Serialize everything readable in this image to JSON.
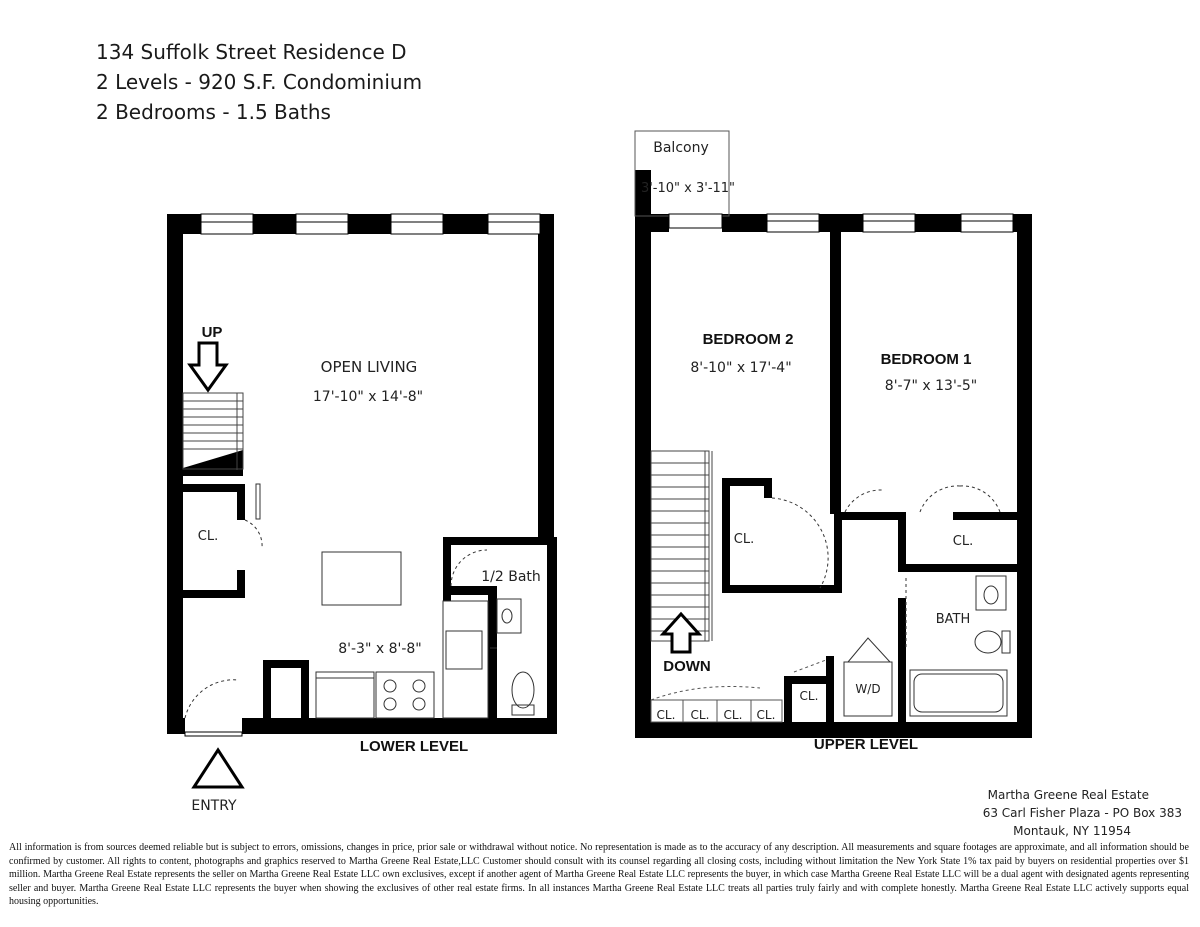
{
  "header": {
    "line1": "134 Suffolk Street Residence D",
    "line2": "2 Levels - 920 S.F. Condominium",
    "line3": "2 Bedrooms - 1.5 Baths"
  },
  "lower_level": {
    "title": "LOWER LEVEL",
    "up_label": "UP",
    "open_living_name": "OPEN LIVING",
    "open_living_dim": "17'-10\" x 14'-8\"",
    "kitchen_dim": "8'-3\" x 8'-8\"",
    "closet": "CL.",
    "half_bath": "1/2 Bath",
    "entry_label": "ENTRY"
  },
  "upper_level": {
    "title": "UPPER LEVEL",
    "balcony_name": "Balcony",
    "balcony_dim": "3'-10\" x 3'-11\"",
    "bedroom2_name": "BEDROOM 2",
    "bedroom2_dim": "8'-10\" x 17'-4\"",
    "bedroom1_name": "BEDROOM 1",
    "bedroom1_dim": "8'-7\" x 13'-5\"",
    "down_label": "DOWN",
    "closet": "CL.",
    "bath": "BATH",
    "washer_dryer": "W/D"
  },
  "agent": {
    "name": "Martha Greene Real Estate",
    "address": "63 Carl Fisher Plaza - PO Box 383",
    "city": "Montauk, NY 11954"
  },
  "disclaimer": "All information is from sources deemed reliable but is subject to errors, omissions, changes in price, prior sale or withdrawal without notice. No representation is made as to the accuracy of any description. All measurements and square footages are approximate, and all information should be confirmed by customer. All rights to content, photographs and graphics reserved to Martha Greene Real Estate,LLC Customer should consult with its counsel regarding all closing costs, including without limitation the New York State 1% tax paid by buyers on residential properties over $1 million. Martha Greene Real Estate represents the seller on Martha Greene Real Estate LLC own exclusives, except if another agent of Martha Greene Real Estate LLC represents the buyer, in which case Martha Greene Real Estate LLC will be a dual agent with designated agents representing seller and buyer.  Martha Greene Real Estate LLC represents the buyer when showing the exclusives of other real estate firms. In all instances Martha Greene Real Estate LLC treats all parties truly fairly and with complete honestly. Martha Greene Real Estate LLC actively supports equal housing opportunities."
}
